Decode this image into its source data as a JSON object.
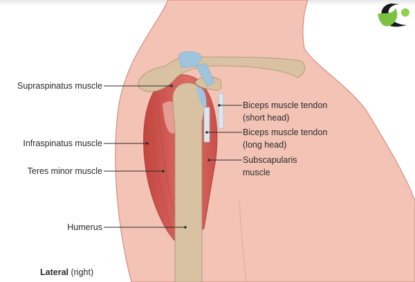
{
  "labels": {
    "supraspinatus": "Supraspinatus muscle",
    "infraspinatus": "Infraspinatus muscle",
    "teres_minor": "Teres minor muscle",
    "humerus": "Humerus",
    "biceps_short_1": "Biceps muscle tendon",
    "biceps_short_2": "(short head)",
    "biceps_long_1": "Biceps muscle tendon",
    "biceps_long_2": "(long head)",
    "subscapularis_1": "Subscapularis",
    "subscapularis_2": "muscle"
  },
  "caption": {
    "bold": "Lateral",
    "rest": " (right)"
  },
  "colors": {
    "skin": "#f3c4b5",
    "outline": "#d98a80",
    "bone": "#d9c2a2",
    "muscle": "#d45a55",
    "tendon": "#9fc5de",
    "logo_green": "#7cc242"
  }
}
